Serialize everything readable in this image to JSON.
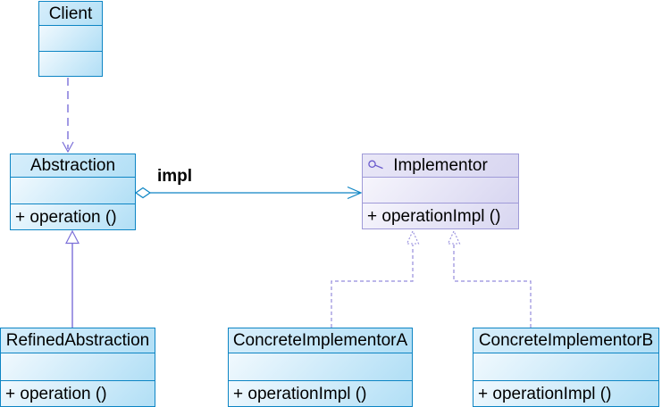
{
  "diagram": {
    "kind": "uml-class-diagram",
    "pattern": "Bridge",
    "colors": {
      "class_border": "#0d85c4",
      "class_fill_light": "#f1f9fe",
      "class_fill_dark": "#b4e0f6",
      "interface_border": "#9f9ad8",
      "interface_fill_light": "#f6f5fc",
      "interface_fill_dark": "#d9d7f1",
      "relation_purple": "#7b6fd8",
      "relation_dashed_purple": "#958cdd",
      "relation_blue": "#0d85c4",
      "text": "#000000",
      "background": "#ffffff"
    },
    "classes": {
      "client": {
        "name": "Client",
        "operations": []
      },
      "abstraction": {
        "name": "Abstraction",
        "operation": "+ operation ()"
      },
      "implementor": {
        "name": "Implementor",
        "icon": "interface-lollipop-icon",
        "operation": "+ operationImpl ()"
      },
      "refined": {
        "name": "RefinedAbstraction",
        "operation": "+ operation ()"
      },
      "concreteA": {
        "name": "ConcreteImplementorA",
        "operation": "+ operationImpl ()"
      },
      "concreteB": {
        "name": "ConcreteImplementorB",
        "operation": "+ operationImpl ()"
      }
    },
    "relationships": [
      {
        "from": "Client",
        "to": "Abstraction",
        "type": "dependency",
        "style": "dashed-open-arrow"
      },
      {
        "from": "Abstraction",
        "to": "Implementor",
        "type": "aggregation",
        "style": "hollow-diamond-open-arrow",
        "label": "impl"
      },
      {
        "from": "RefinedAbstraction",
        "to": "Abstraction",
        "type": "generalization",
        "style": "solid-hollow-triangle"
      },
      {
        "from": "ConcreteImplementorA",
        "to": "Implementor",
        "type": "realization",
        "style": "dashed-hollow-triangle"
      },
      {
        "from": "ConcreteImplementorB",
        "to": "Implementor",
        "type": "realization",
        "style": "dashed-hollow-triangle"
      }
    ],
    "edge_labels": {
      "impl": "impl"
    }
  }
}
